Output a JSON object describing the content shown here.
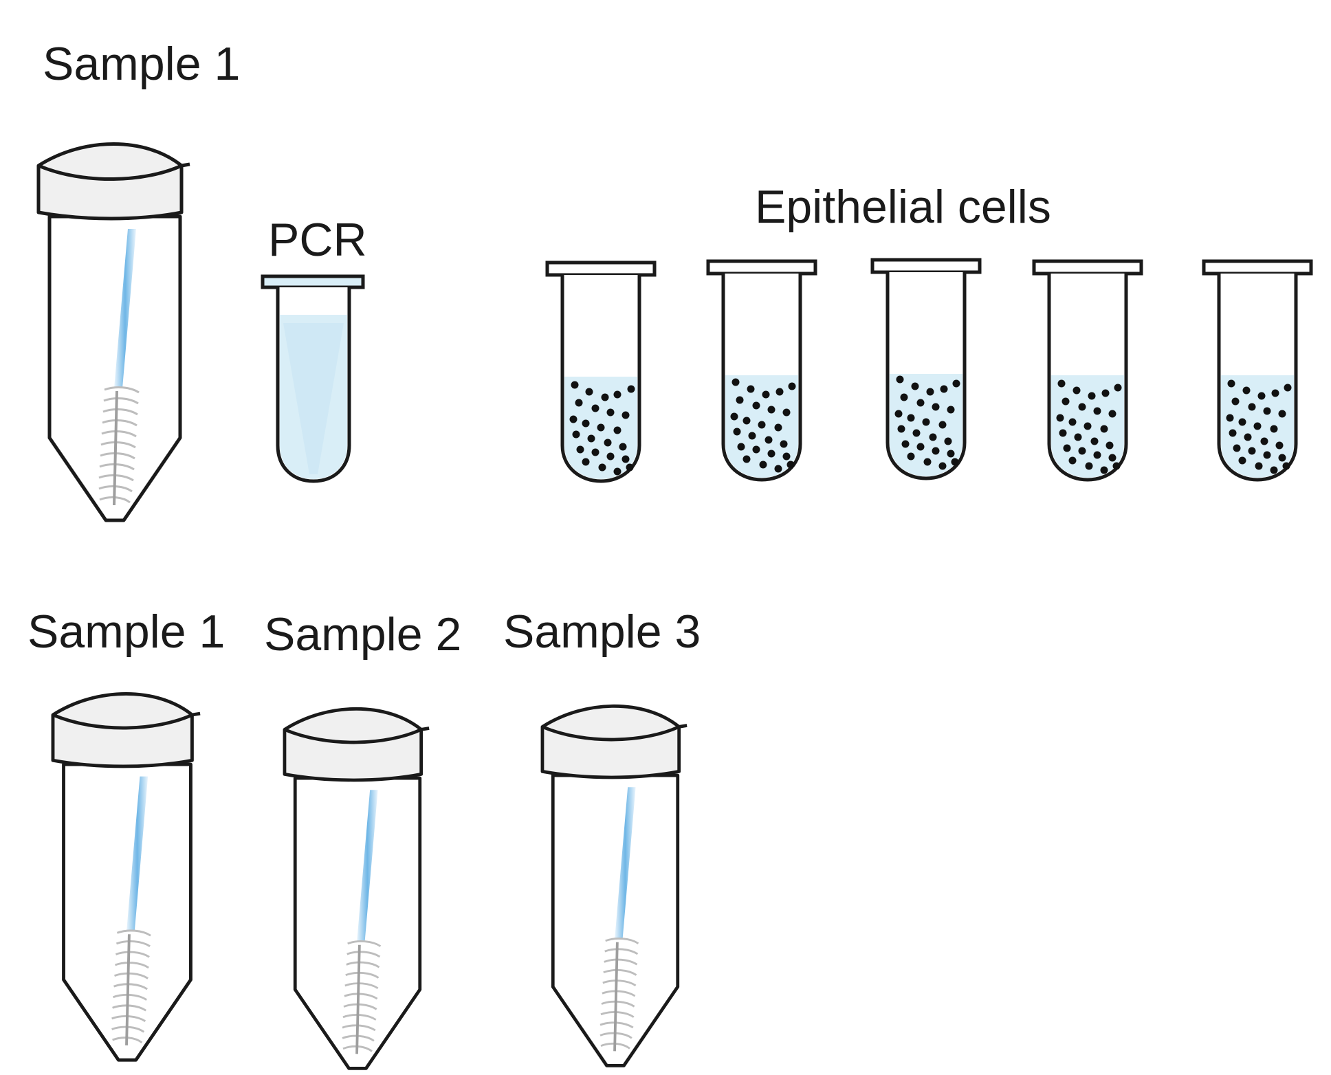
{
  "labels": {
    "top_sample": "Sample 1",
    "pcr": "PCR",
    "epithelial": "Epithelial cells",
    "bottom_samples": [
      "Sample 1",
      "Sample 2",
      "Sample 3"
    ]
  },
  "colors": {
    "outline": "#1a1a1a",
    "cap_fill": "#f0f0f0",
    "liquid": "#d9eef7",
    "swab_blue": "#7fc0ea",
    "brush": "#c9c9c9",
    "cell_dot": "#111111"
  }
}
